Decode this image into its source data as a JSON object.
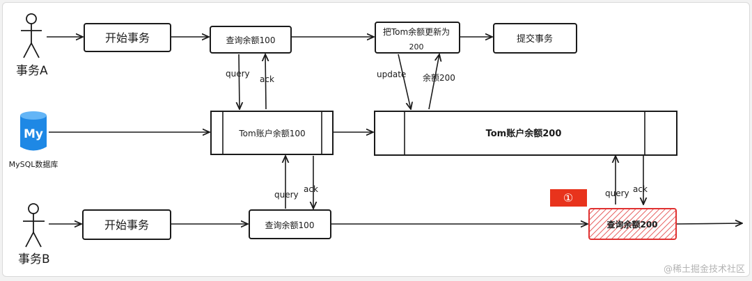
{
  "actors": {
    "a_label": "事务A",
    "b_label": "事务B"
  },
  "database": {
    "logo_text": "My",
    "label": "MySQL数据库"
  },
  "transaction_a": {
    "start": "开始事务",
    "query_balance": "查询余额100",
    "update_line1": "把Tom余额更新为",
    "update_line2": "200",
    "commit": "提交事务",
    "query_label": "query",
    "ack_label": "ack",
    "update_label": "update",
    "balance_label": "余额200"
  },
  "storage": {
    "before": "Tom账户余额100",
    "after": "Tom账户余额200"
  },
  "transaction_b": {
    "start": "开始事务",
    "query_balance_1": "查询余额100",
    "query_balance_2": "查询余额200",
    "query_label_1": "query",
    "ack_label_1": "ack",
    "query_label_2": "query",
    "ack_label_2": "ack",
    "step_badge": "①"
  },
  "colors": {
    "stroke": "#1a1a1a",
    "highlight": "#e03131",
    "badge_bg": "#e8331c",
    "db_blue": "#1e88e5"
  },
  "watermark": "@稀土掘金技术社区"
}
